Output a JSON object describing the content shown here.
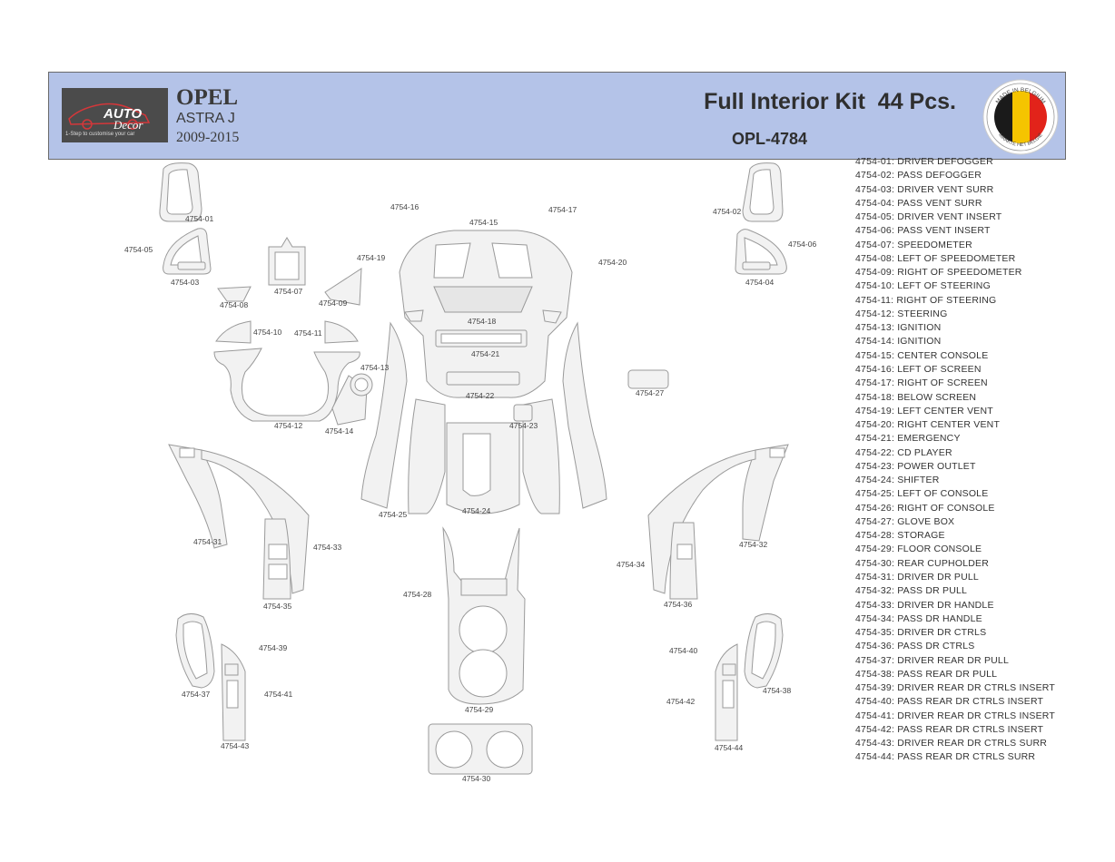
{
  "header": {
    "logo_text": "AUTO",
    "logo_text2": "Decor",
    "logo_tagline": "1-Step to customise your car",
    "make": "OPEL",
    "model": "ASTRA J",
    "years": "2009-2015",
    "title": "Full Interior Kit  44 Pcs.",
    "code": "OPL-4784",
    "badge_text_top": "MADE IN BELGIUM",
    "badge_text_bottom": "MAAKTE HET BELGIË"
  },
  "colors": {
    "header_bg": "#b4c3e8",
    "part_fill": "#f2f2f2",
    "part_stroke": "#9a9a9a",
    "flag_black": "#1a1a1a",
    "flag_yellow": "#f5c400",
    "flag_red": "#e2231a"
  },
  "parts": [
    {
      "id": "4754-01",
      "name": "DRIVER DEFOGGER"
    },
    {
      "id": "4754-02",
      "name": "PASS DEFOGGER"
    },
    {
      "id": "4754-03",
      "name": "DRIVER VENT SURR"
    },
    {
      "id": "4754-04",
      "name": "PASS VENT SURR"
    },
    {
      "id": "4754-05",
      "name": "DRIVER VENT INSERT"
    },
    {
      "id": "4754-06",
      "name": "PASS VENT INSERT"
    },
    {
      "id": "4754-07",
      "name": "SPEEDOMETER"
    },
    {
      "id": "4754-08",
      "name": "LEFT OF SPEEDOMETER"
    },
    {
      "id": "4754-09",
      "name": "RIGHT OF SPEEDOMETER"
    },
    {
      "id": "4754-10",
      "name": "LEFT OF STEERING"
    },
    {
      "id": "4754-11",
      "name": "RIGHT OF STEERING"
    },
    {
      "id": "4754-12",
      "name": "STEERING"
    },
    {
      "id": "4754-13",
      "name": "IGNITION"
    },
    {
      "id": "4754-14",
      "name": "IGNITION"
    },
    {
      "id": "4754-15",
      "name": "CENTER CONSOLE"
    },
    {
      "id": "4754-16",
      "name": "LEFT OF SCREEN"
    },
    {
      "id": "4754-17",
      "name": "RIGHT OF SCREEN"
    },
    {
      "id": "4754-18",
      "name": "BELOW SCREEN"
    },
    {
      "id": "4754-19",
      "name": "LEFT CENTER VENT"
    },
    {
      "id": "4754-20",
      "name": "RIGHT CENTER VENT"
    },
    {
      "id": "4754-21",
      "name": "EMERGENCY"
    },
    {
      "id": "4754-22",
      "name": "CD PLAYER"
    },
    {
      "id": "4754-23",
      "name": "POWER OUTLET"
    },
    {
      "id": "4754-24",
      "name": "SHIFTER"
    },
    {
      "id": "4754-25",
      "name": "LEFT OF CONSOLE"
    },
    {
      "id": "4754-26",
      "name": "RIGHT OF CONSOLE"
    },
    {
      "id": "4754-27",
      "name": "GLOVE BOX"
    },
    {
      "id": "4754-28",
      "name": "STORAGE"
    },
    {
      "id": "4754-29",
      "name": "FLOOR CONSOLE"
    },
    {
      "id": "4754-30",
      "name": "REAR CUPHOLDER"
    },
    {
      "id": "4754-31",
      "name": "DRIVER DR PULL"
    },
    {
      "id": "4754-32",
      "name": "PASS DR PULL"
    },
    {
      "id": "4754-33",
      "name": "DRIVER DR HANDLE"
    },
    {
      "id": "4754-34",
      "name": "PASS DR HANDLE"
    },
    {
      "id": "4754-35",
      "name": "DRIVER DR CTRLS"
    },
    {
      "id": "4754-36",
      "name": "PASS DR CTRLS"
    },
    {
      "id": "4754-37",
      "name": "DRIVER REAR DR PULL"
    },
    {
      "id": "4754-38",
      "name": "PASS REAR DR PULL"
    },
    {
      "id": "4754-39",
      "name": "DRIVER REAR DR CTRLS INSERT"
    },
    {
      "id": "4754-40",
      "name": "PASS REAR DR CTRLS INSERT"
    },
    {
      "id": "4754-41",
      "name": "DRIVER REAR DR CTRLS INSERT"
    },
    {
      "id": "4754-42",
      "name": "PASS REAR DR CTRLS INSERT"
    },
    {
      "id": "4754-43",
      "name": "DRIVER REAR DR CTRLS SURR"
    },
    {
      "id": "4754-44",
      "name": "PASS REAR DR CTRLS SURR"
    }
  ]
}
